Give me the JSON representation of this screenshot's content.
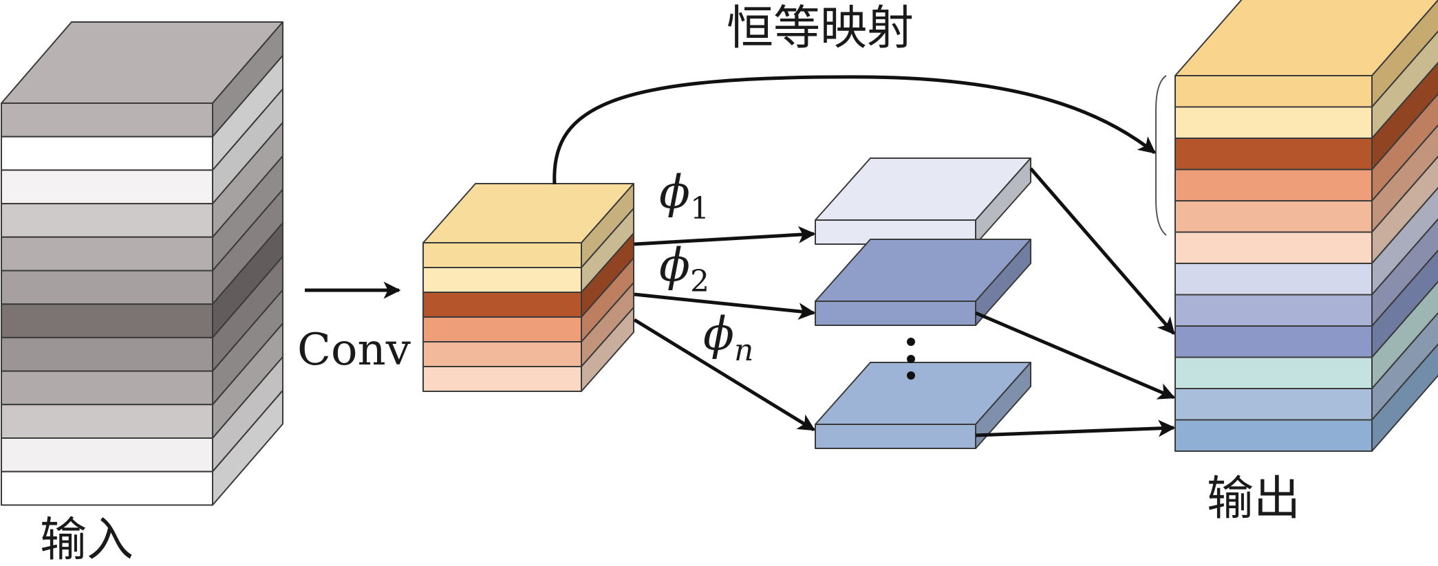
{
  "labels": {
    "input": "输入",
    "output": "输出",
    "identity": "恒等映射",
    "conv": "Conv",
    "phi1_base": "ϕ",
    "phi1_sub": "1",
    "phi2_base": "ϕ",
    "phi2_sub": "2",
    "phin_base": "ϕ",
    "phin_sub": "n"
  },
  "colors": {
    "input_layers": [
      "#b8b2b2",
      "#ffffff",
      "#f4f2f2",
      "#cfcaca",
      "#b4aeae",
      "#a7a0a0",
      "#7c7373",
      "#9c9595",
      "#b0aaaa",
      "#cdc8c8",
      "#f2f0f0",
      "#ffffff"
    ],
    "conv_layers": [
      "#f8dc9c",
      "#fde8b8",
      "#b5552b",
      "#ee9e78",
      "#f2b99a",
      "#fbd8c4"
    ],
    "feature_maps": [
      "#e6e8f3",
      "#8f9ec9",
      "#9db4d6"
    ],
    "output_layers": [
      "#f8d48c",
      "#fde8b4",
      "#b5552b",
      "#ee9e78",
      "#f2b99a",
      "#fbd8c4",
      "#d4d8ec",
      "#aab2d6",
      "#8b98c8",
      "#c4e2e0",
      "#a9bedb",
      "#8fb0d4"
    ],
    "arrow": "#111111"
  }
}
